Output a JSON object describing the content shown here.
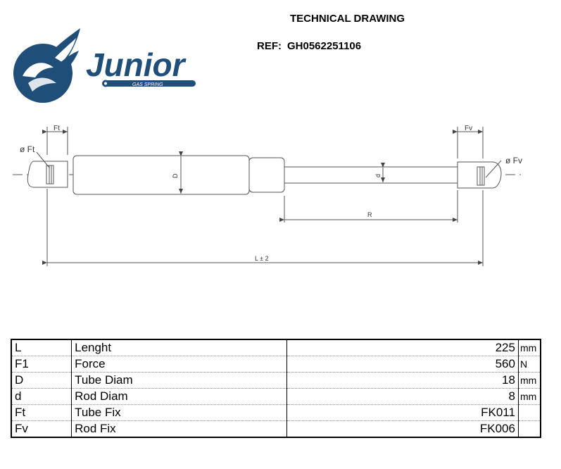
{
  "header": {
    "title": "TECHNICAL DRAWING",
    "ref_label": "REF:",
    "ref_value": "GH0562251106"
  },
  "logo": {
    "brand": "Junior",
    "tagline": "GAS SPRING",
    "colors": {
      "primary": "#1f4e79"
    },
    "icon": "eagle-emblem-icon"
  },
  "drawing": {
    "label_ft": "Ft",
    "label_fv": "Fv",
    "label_phi_ft": "ø Ft",
    "label_phi_fv": "ø Fv",
    "label_D": "D",
    "label_d": "d",
    "label_R": "R",
    "label_L": "L ± 2"
  },
  "specs": [
    {
      "symbol": "L",
      "name": "Lenght",
      "value": "225",
      "unit": "mm"
    },
    {
      "symbol": "F1",
      "name": "Force",
      "value": "560",
      "unit": "N"
    },
    {
      "symbol": "D",
      "name": "Tube Diam",
      "value": "18",
      "unit": "mm"
    },
    {
      "symbol": "d",
      "name": "Rod Diam",
      "value": "8",
      "unit": "mm"
    },
    {
      "symbol": "Ft",
      "name": "Tube Fix",
      "value": "FK011",
      "unit": ""
    },
    {
      "symbol": "Fv",
      "name": "Rod Fix",
      "value": "FK006",
      "unit": ""
    }
  ]
}
